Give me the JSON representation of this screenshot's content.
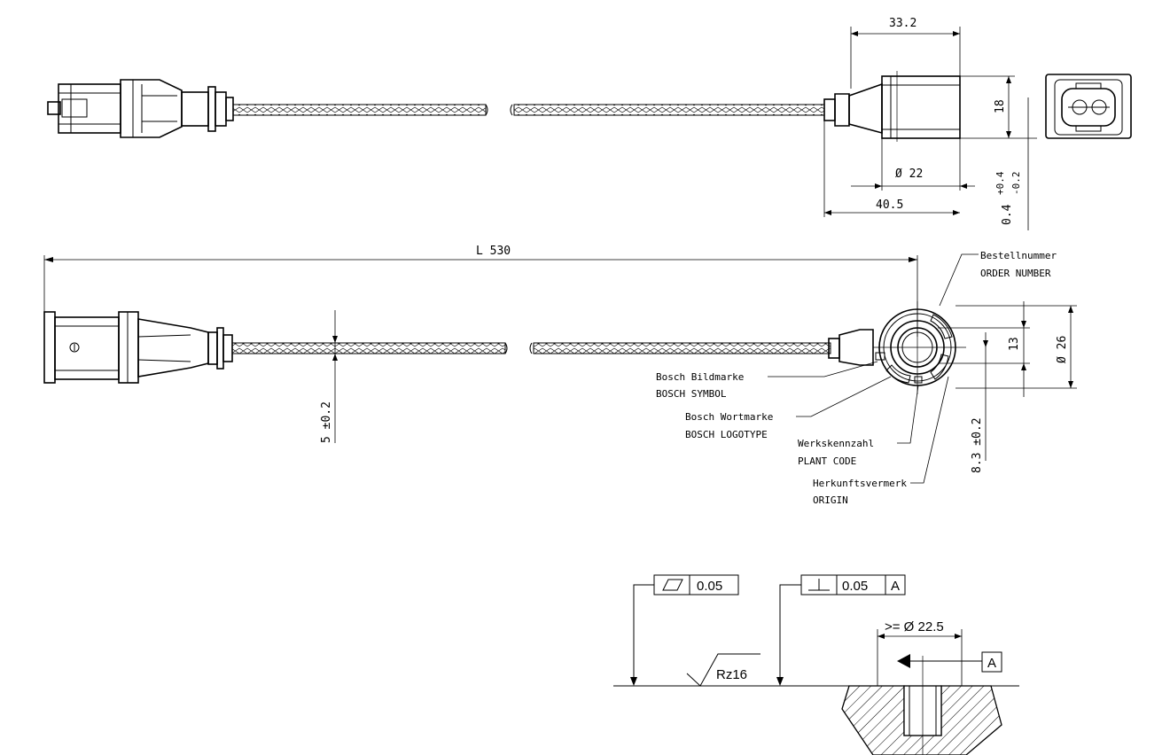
{
  "top_view": {
    "dim_width": "33.2",
    "dim_height": "18",
    "dim_diameter": "Ø 22",
    "dim_length": "40.5",
    "dim_tol_value": "0.4",
    "dim_tol_upper": "+0.4",
    "dim_tol_lower": "-0.2"
  },
  "side_view": {
    "dim_total_length": "L 530",
    "dim_cable_dia": "5 ±0.2",
    "dim_body_dia": "Ø 26",
    "dim_bore": "13",
    "dim_offset": "8.3 ±0.2"
  },
  "callouts": {
    "order_number_de": "Bestellnummer",
    "order_number_en": "ORDER NUMBER",
    "symbol_de": "Bosch Bildmarke",
    "symbol_en": "BOSCH SYMBOL",
    "logotype_de": "Bosch Wortmarke",
    "logotype_en": "BOSCH LOGOTYPE",
    "plant_de": "Werkskennzahl",
    "plant_en": "PLANT CODE",
    "origin_de": "Herkunftsvermerk",
    "origin_en": "ORIGIN"
  },
  "mounting": {
    "flatness_value": "0.05",
    "perp_value": "0.05",
    "perp_datum": "A",
    "surface_roughness": "Rz16",
    "min_diameter": ">= Ø 22.5",
    "datum_label": "A"
  }
}
